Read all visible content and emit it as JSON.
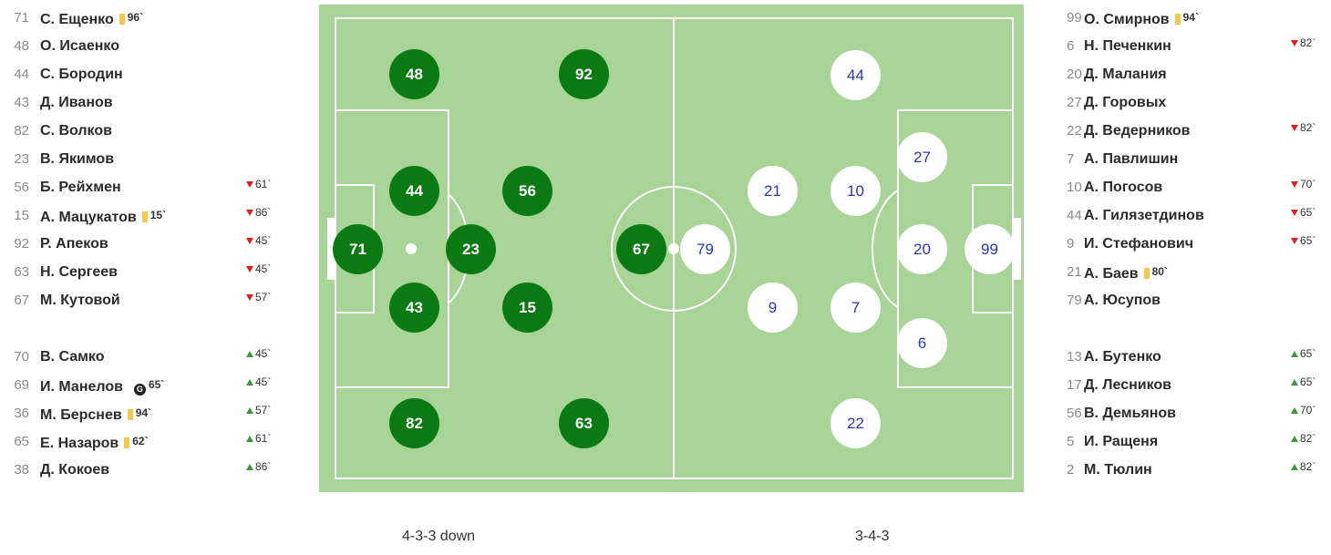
{
  "home": {
    "formation": "4-3-3 down",
    "starters": [
      {
        "number": "71",
        "name": "С. Ещенко",
        "card_min": "96`"
      },
      {
        "number": "48",
        "name": "О. Исаенко"
      },
      {
        "number": "44",
        "name": "С. Бородин"
      },
      {
        "number": "43",
        "name": "Д. Иванов"
      },
      {
        "number": "82",
        "name": "С. Волков"
      },
      {
        "number": "23",
        "name": "В. Якимов"
      },
      {
        "number": "56",
        "name": "Б. Рейхмен",
        "sub_out": "61`"
      },
      {
        "number": "15",
        "name": "А. Мацукатов",
        "card_min": "15`",
        "sub_out": "86`"
      },
      {
        "number": "92",
        "name": "Р. Апеков",
        "sub_out": "45`"
      },
      {
        "number": "63",
        "name": "Н. Сергеев",
        "sub_out": "45`"
      },
      {
        "number": "67",
        "name": "М. Кутовой",
        "sub_out": "57`"
      }
    ],
    "subs": [
      {
        "number": "70",
        "name": "В. Самко",
        "sub_in": "45`"
      },
      {
        "number": "69",
        "name": "И. Манелов",
        "goal_icon": "G",
        "goal_min": "65`",
        "sub_in": "45`"
      },
      {
        "number": "36",
        "name": "М. Берснев",
        "card_min": "94`",
        "sub_in": "57`"
      },
      {
        "number": "65",
        "name": "Е. Назаров",
        "card_min": "62`",
        "sub_in": "61`"
      },
      {
        "number": "38",
        "name": "Д. Кокоев",
        "sub_in": "86`"
      }
    ],
    "on_pitch": [
      "71",
      "48",
      "92",
      "44",
      "56",
      "23",
      "67",
      "43",
      "15",
      "82",
      "63"
    ]
  },
  "away": {
    "formation": "3-4-3",
    "starters": [
      {
        "number": "99",
        "name": "О. Смирнов",
        "card_min": "94`"
      },
      {
        "number": "6",
        "name": "Н. Печенкин",
        "sub_out": "82`"
      },
      {
        "number": "20",
        "name": "Д. Малания"
      },
      {
        "number": "27",
        "name": "Д. Горовых"
      },
      {
        "number": "22",
        "name": "Д. Ведерников",
        "sub_out": "82`"
      },
      {
        "number": "7",
        "name": "А. Павлишин"
      },
      {
        "number": "10",
        "name": "А. Погосов",
        "sub_out": "70`"
      },
      {
        "number": "44",
        "name": "А. Гилязетдинов",
        "sub_out": "65`"
      },
      {
        "number": "9",
        "name": "И. Стефанович",
        "sub_out": "65`"
      },
      {
        "number": "21",
        "name": "А. Баев",
        "card_min": "80`"
      },
      {
        "number": "79",
        "name": "А. Юсупов"
      }
    ],
    "subs": [
      {
        "number": "13",
        "name": "А. Бутенко",
        "sub_in": "65`"
      },
      {
        "number": "17",
        "name": "Д. Лесников",
        "sub_in": "65`"
      },
      {
        "number": "56",
        "name": "В. Демьянов",
        "sub_in": "70`"
      },
      {
        "number": "5",
        "name": "И. Ращеня",
        "sub_in": "82`"
      },
      {
        "number": "2",
        "name": "М. Тюлин",
        "sub_in": "82`"
      }
    ],
    "on_pitch": [
      "44",
      "27",
      "21",
      "10",
      "79",
      "20",
      "99",
      "9",
      "7",
      "6",
      "22"
    ]
  },
  "colors": {
    "pitch": "#a8d597",
    "home_player": "#0b7a12",
    "away_player": "#ffffff",
    "away_text": "#2b3aa8",
    "card": "#f2c94c",
    "sub_out": "#e0201b",
    "sub_in": "#3a9a3a"
  }
}
